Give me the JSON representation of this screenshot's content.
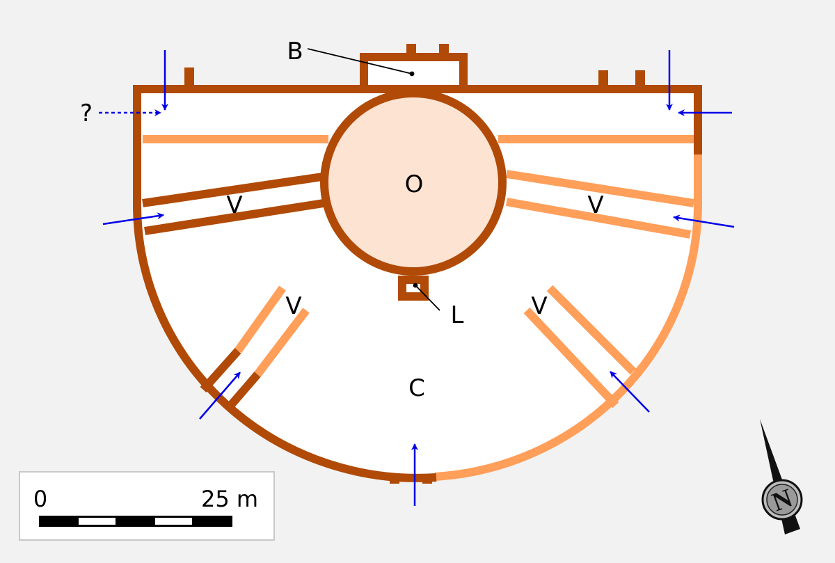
{
  "colors": {
    "background": "#f2f2f2",
    "existing_wall": "#b04a06",
    "restored_wall": "#ff9f5a",
    "orchestra_fill": "#fde3d2",
    "entrance_arrow": "#0000e8",
    "interior": "#ffffff"
  },
  "labels": {
    "stage_building": "B",
    "orchestra": "O",
    "cavea": "C",
    "lower_element": "L",
    "vomitorium_west": "V",
    "vomitorium_east": "V",
    "vomitorium_southwest": "V",
    "vomitorium_southeast": "V",
    "uncertain_entrance": "?"
  },
  "scale_bar": {
    "start_label": "0",
    "end_label": "25 m"
  },
  "compass": {
    "icon": "north-arrow",
    "letter": "N"
  }
}
